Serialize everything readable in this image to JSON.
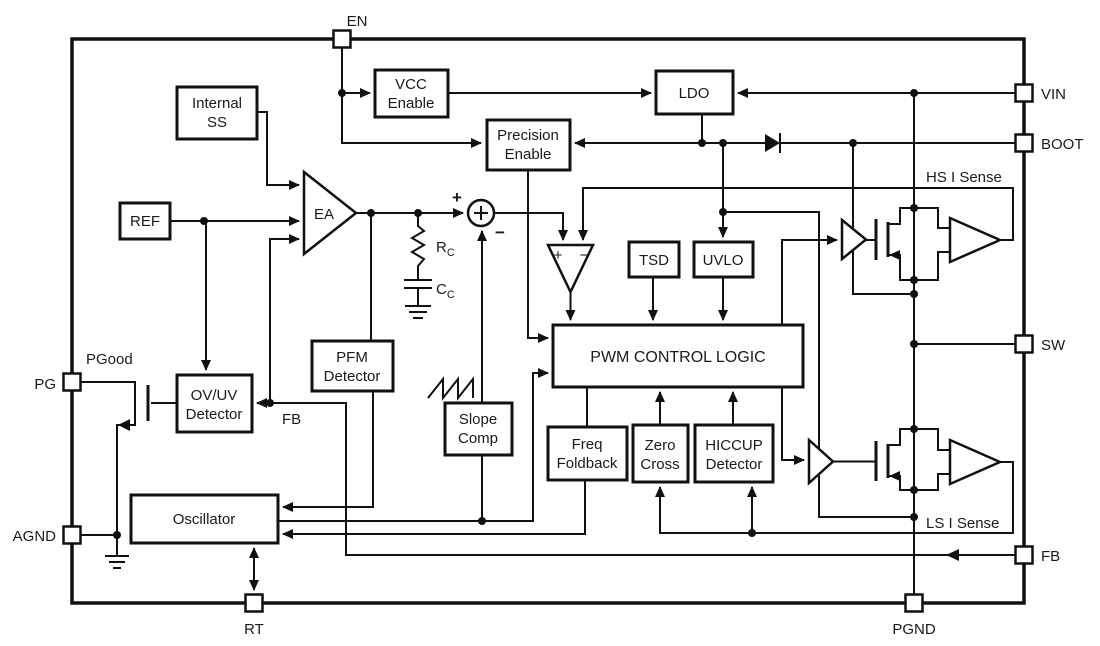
{
  "diagram": {
    "kind": "IC functional block diagram (buck converter controller)",
    "colors": {
      "line": "#111111",
      "text": "#1a1a1a",
      "background": "#ffffff"
    }
  },
  "pins": {
    "en": "EN",
    "vin": "VIN",
    "boot": "BOOT",
    "sw": "SW",
    "fb": "FB",
    "pgnd": "PGND",
    "rt": "RT",
    "agnd": "AGND",
    "pg": "PG"
  },
  "blocks": {
    "internal_ss": {
      "lines": [
        "Internal",
        "SS"
      ]
    },
    "vcc_enable": {
      "lines": [
        "VCC",
        "Enable"
      ]
    },
    "ldo": {
      "label": "LDO"
    },
    "precision_enable": {
      "lines": [
        "Precision",
        "Enable"
      ]
    },
    "ref": {
      "label": "REF"
    },
    "tsd": {
      "label": "TSD"
    },
    "uvlo": {
      "label": "UVLO"
    },
    "pwm_control_logic": {
      "label": "PWM CONTROL LOGIC"
    },
    "ovuv_detector": {
      "lines": [
        "OV/UV",
        "Detector"
      ]
    },
    "pfm_detector": {
      "lines": [
        "PFM",
        "Detector"
      ]
    },
    "slope_comp": {
      "lines": [
        "Slope",
        "Comp"
      ]
    },
    "freq_foldback": {
      "lines": [
        "Freq",
        "Foldback"
      ]
    },
    "zero_cross": {
      "lines": [
        "Zero",
        "Cross"
      ]
    },
    "hiccup_detector": {
      "lines": [
        "HICCUP",
        "Detector"
      ]
    },
    "oscillator": {
      "label": "Oscillator"
    }
  },
  "amplifiers": {
    "error_amp": "EA"
  },
  "net_labels": {
    "pgood": "PGood",
    "fb": "FB",
    "hs_i_sense": "HS I Sense",
    "ls_i_sense": "LS I Sense"
  },
  "passives": {
    "rc": {
      "name": "R",
      "sub": "C"
    },
    "cc": {
      "name": "C",
      "sub": "C"
    }
  },
  "signs": {
    "sum_plus": "+",
    "sum_minus": "−",
    "cmp_plus": "+",
    "cmp_minus": "−"
  }
}
